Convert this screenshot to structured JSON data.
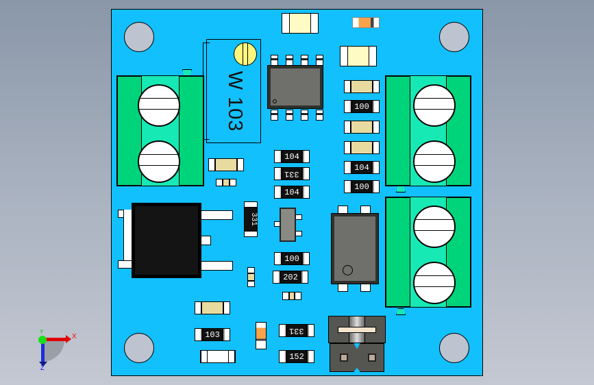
{
  "viewport": {
    "background_top": "#8a97a8",
    "background_bottom": "#c4c8d2"
  },
  "pcb": {
    "color": "#12c0fe"
  },
  "potentiometer": {
    "label": "W 103"
  },
  "resistors": {
    "r_top_right_1": "100",
    "r_top_right_2": "104",
    "r_top_right_3": "100",
    "r_mid_1": "104",
    "r_mid_2": "331",
    "r_mid_3": "104",
    "r_vert": "331",
    "r_lower_1": "100",
    "r_lower_2": "202",
    "r_bottom_left": "103",
    "r_bottom_mid": "331",
    "r_bottom_right": "152"
  },
  "axis_triad": {
    "x_label": "X",
    "y_label": "Y",
    "z_label": "Z",
    "x_color": "#ff0000",
    "y_color": "#00c800",
    "z_color": "#0000ff"
  }
}
